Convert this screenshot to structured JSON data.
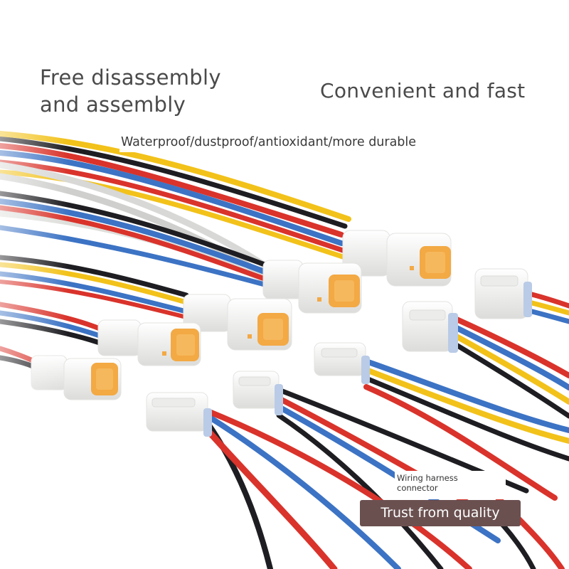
{
  "headline_left": {
    "line1": "Free disassembly",
    "line2": "and assembly"
  },
  "headline_right": "Convenient and fast",
  "subheadline": "Waterproof/dustproof/antioxidant/more durable",
  "product_tag": {
    "line1": "Wiring harness",
    "line2": "connector"
  },
  "badge": "Trust from quality",
  "colors": {
    "text_gray": "#4a4a4a",
    "badge_bg": "#6b5050",
    "wire_red": "#d9332b",
    "wire_black": "#1e1e22",
    "wire_yellow": "#f2c21a",
    "wire_blue": "#3c73c4",
    "wire_white": "#d8d8d6",
    "connector_white": "#f4f4f2",
    "connector_orange": "#f3a944"
  }
}
